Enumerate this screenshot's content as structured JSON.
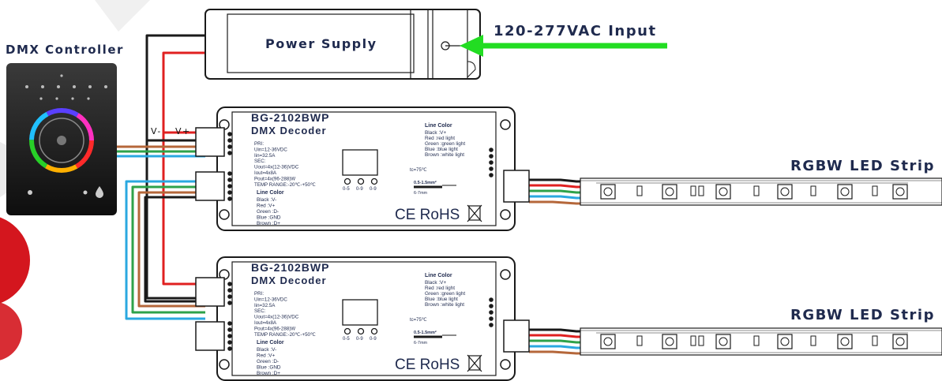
{
  "labels": {
    "dmx_controller": "DMX Controller",
    "power_supply": "Power Supply",
    "ac_input": "120-277VAC Input",
    "v_minus": "V-",
    "v_plus": "V+",
    "led_strip_top": "RGBW LED Strip",
    "led_strip_bottom": "RGBW LED Strip"
  },
  "decoders": [
    {
      "model": "BG-2102BWP",
      "type": "DMX Decoder",
      "specs": [
        "PRI:",
        "Uin=12-36VDC",
        "Iin=32.5A",
        "SEC:",
        "Uout=4x(12-36)VDC",
        "Iout=4x8A",
        "Pout=4x(96-288)W",
        "TEMP RANGE:-20℃-+50℃"
      ],
      "line_color_out_title": "Line Color",
      "line_color_out": [
        "Black  :V+",
        "Red     :red light",
        "Green  :green light",
        "Blue    :blue light",
        "Brown  :white light"
      ],
      "line_color_in_title": "Line Color",
      "line_color_in": [
        "Black  :V-",
        "Red     :V+",
        "Green  :D-",
        "Blue    :GND",
        "Brown  :D+"
      ],
      "temp_note": "tc=75℃",
      "wire_gauge": "0.5-1.5mm²",
      "strip_length": "6-7mm",
      "dials": [
        "0-5",
        "0-9",
        "0-9"
      ],
      "cert": "CE RoHS"
    },
    {
      "model": "BG-2102BWP",
      "type": "DMX Decoder",
      "specs": [
        "PRI:",
        "Uin=12-36VDC",
        "Iin=32.5A",
        "SEC:",
        "Uout=4x(12-36)VDC",
        "Iout=4x8A",
        "Pout=4x(96-288)W",
        "TEMP RANGE:-20℃-+50℃"
      ],
      "line_color_out_title": "Line Color",
      "line_color_out": [
        "Black  :V+",
        "Red     :red light",
        "Green  :green light",
        "Blue    :blue light",
        "Brown  :white light"
      ],
      "line_color_in_title": "Line Color",
      "line_color_in": [
        "Black  :V-",
        "Red     :V+",
        "Green  :D-",
        "Blue    :GND",
        "Brown  :D+"
      ],
      "temp_note": "tc=75℃",
      "wire_gauge": "0.5-1.5mm²",
      "strip_length": "6-7mm",
      "dials": [
        "0-5",
        "0-9",
        "0-9"
      ],
      "cert": "CE RoHS"
    }
  ],
  "colors": {
    "label_navy": "#1f2a4e",
    "wire_black": "#1a1a1a",
    "wire_red": "#e02020",
    "wire_green": "#2ea24a",
    "wire_blue": "#2aa8e0",
    "wire_brown": "#b5673a",
    "arrow_green": "#22dd22",
    "accent_red": "#d4161e"
  }
}
